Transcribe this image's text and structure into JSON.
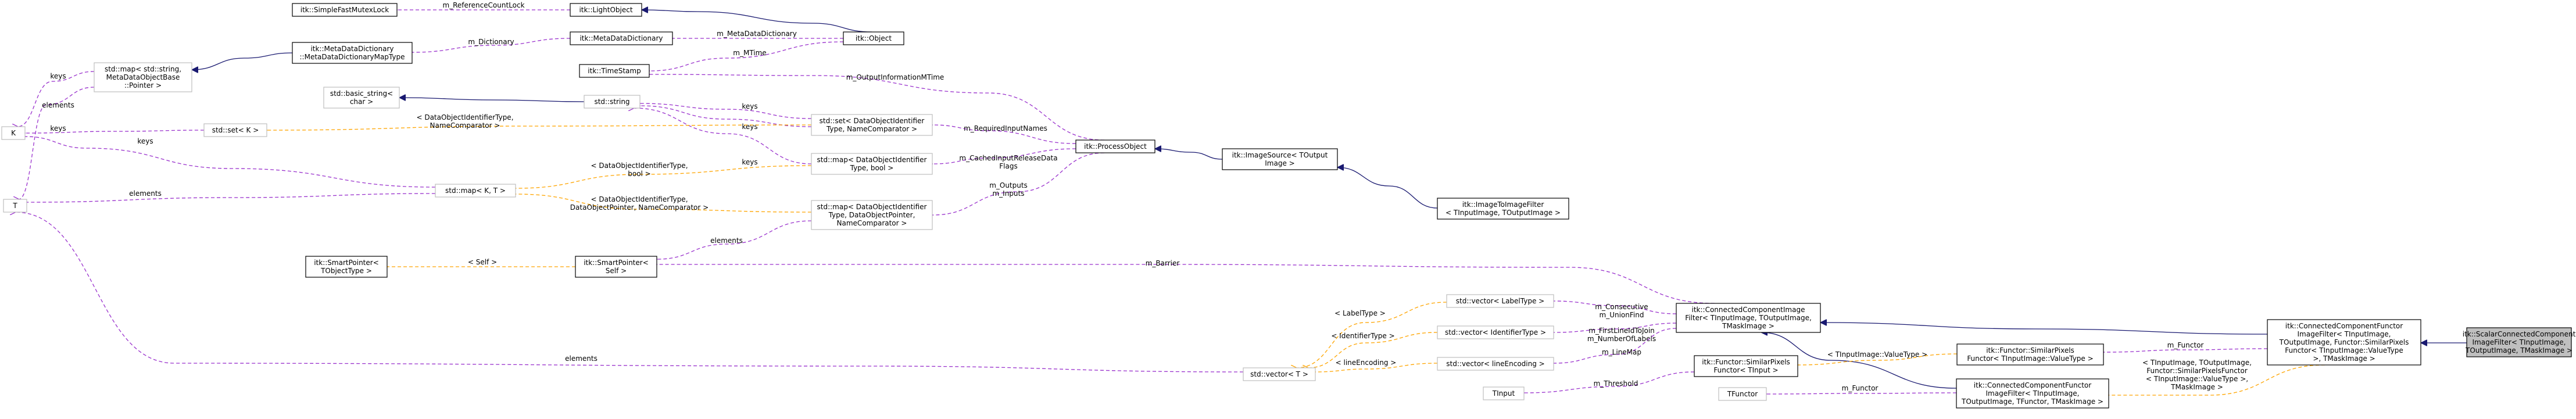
{
  "nodes": [
    {
      "id": "fastmutex",
      "lines": [
        "itk::SimpleFastMutexLock"
      ]
    },
    {
      "id": "lightobject",
      "lines": [
        "itk::LightObject"
      ]
    },
    {
      "id": "mddict",
      "lines": [
        "itk::MetaDataDictionary"
      ]
    },
    {
      "id": "object",
      "lines": [
        "itk::Object"
      ]
    },
    {
      "id": "mdmaptype",
      "lines": [
        "itk::MetaDataDictionary",
        "::MetaDataDictionaryMapType"
      ]
    },
    {
      "id": "stdmap_str",
      "lines": [
        "std::map< std::string,",
        "MetaDataObjectBase",
        "::Pointer >"
      ]
    },
    {
      "id": "timestamp",
      "lines": [
        "itk::TimeStamp"
      ]
    },
    {
      "id": "basicstring",
      "lines": [
        "std::basic_string<",
        "char >"
      ]
    },
    {
      "id": "stdstring",
      "lines": [
        "std::string"
      ]
    },
    {
      "id": "K",
      "lines": [
        "K"
      ]
    },
    {
      "id": "stdset_K",
      "lines": [
        "std::set< K >"
      ]
    },
    {
      "id": "stdset_did",
      "lines": [
        "std::set< DataObjectIdentifier",
        "Type, NameComparator >"
      ]
    },
    {
      "id": "processobject",
      "lines": [
        "itk::ProcessObject"
      ]
    },
    {
      "id": "imagesource",
      "lines": [
        "itk::ImageSource< TOutput",
        "Image >"
      ]
    },
    {
      "id": "stdmap_didbool",
      "lines": [
        "std::map< DataObjectIdentifier",
        "Type, bool >"
      ]
    },
    {
      "id": "T",
      "lines": [
        "T"
      ]
    },
    {
      "id": "stdmap_KT",
      "lines": [
        "std::map< K, T >"
      ]
    },
    {
      "id": "imagetoimage",
      "lines": [
        "itk::ImageToImageFilter",
        "< TInputImage, TOutputImage >"
      ]
    },
    {
      "id": "stdmap_didptr",
      "lines": [
        "std::map< DataObjectIdentifier",
        "Type, DataObjectPointer,",
        "NameComparator >"
      ]
    },
    {
      "id": "sp_tobj",
      "lines": [
        "itk::SmartPointer<",
        "TObjectType >"
      ]
    },
    {
      "id": "sp_self",
      "lines": [
        "itk::SmartPointer<",
        "Self >"
      ]
    },
    {
      "id": "vec_labeltype",
      "lines": [
        "std::vector< LabelType >"
      ]
    },
    {
      "id": "cci_filter",
      "lines": [
        "itk::ConnectedComponentImage",
        "Filter< TInputImage, TOutputImage,",
        "TMaskImage >"
      ]
    },
    {
      "id": "ccf_image",
      "lines": [
        "itk::ConnectedComponentFunctor",
        "ImageFilter< TInputImage,",
        "TOutputImage, Functor::SimilarPixels",
        "Functor< TInputImage::ValueType",
        ">, TMaskImage >"
      ]
    },
    {
      "id": "scalar_cc",
      "lines": [
        "itk::ScalarConnectedComponent",
        "ImageFilter< TInputImage,",
        "TOutputImage, TMaskImage >"
      ]
    },
    {
      "id": "vec_T",
      "lines": [
        "std::vector< T >"
      ]
    },
    {
      "id": "vec_idtype",
      "lines": [
        "std::vector< IdentifierType >"
      ]
    },
    {
      "id": "vec_lineenc",
      "lines": [
        "std::vector< lineEncoding >"
      ]
    },
    {
      "id": "simpix_vt",
      "lines": [
        "itk::Functor::SimilarPixels",
        "Functor< TInputImage::ValueType >"
      ]
    },
    {
      "id": "simpix_tin",
      "lines": [
        "itk::Functor::SimilarPixels",
        "Functor< TInput >"
      ]
    },
    {
      "id": "tinput",
      "lines": [
        "TInput"
      ]
    },
    {
      "id": "tfunctor",
      "lines": [
        "TFunctor"
      ]
    },
    {
      "id": "ccf_generic",
      "lines": [
        "itk::ConnectedComponentFunctor",
        "ImageFilter< TInputImage,",
        "TOutputImage, TFunctor, TMaskImage >"
      ]
    }
  ],
  "edges": [
    {
      "id": "e1",
      "kind": "member",
      "labels": [
        "m_ReferenceCountLock"
      ]
    },
    {
      "id": "e2",
      "kind": "inherit",
      "labels": []
    },
    {
      "id": "e3",
      "kind": "member",
      "labels": [
        "m_MetaDataDictionary"
      ]
    },
    {
      "id": "e4",
      "kind": "member",
      "labels": [
        "m_Dictionary"
      ]
    },
    {
      "id": "e5",
      "kind": "inherit",
      "labels": []
    },
    {
      "id": "e6",
      "kind": "member",
      "labels": [
        "m_MTime"
      ]
    },
    {
      "id": "e7",
      "kind": "member",
      "labels": [
        "m_OutputInformationMTime"
      ]
    },
    {
      "id": "e8",
      "kind": "inherit",
      "labels": []
    },
    {
      "id": "e9",
      "kind": "member",
      "labels": [
        "keys"
      ]
    },
    {
      "id": "e10",
      "kind": "member",
      "labels": [
        "elements"
      ]
    },
    {
      "id": "e11",
      "kind": "inherit",
      "labels": []
    },
    {
      "id": "e12",
      "kind": "member",
      "labels": [
        "keys"
      ]
    },
    {
      "id": "e13",
      "kind": "member",
      "labels": [
        "keys"
      ]
    },
    {
      "id": "e14",
      "kind": "member",
      "labels": [
        "keys"
      ]
    },
    {
      "id": "e15",
      "kind": "member",
      "labels": [
        "keys"
      ]
    },
    {
      "id": "e16",
      "kind": "template",
      "labels": [
        "< DataObjectIdentifierType,",
        "NameComparator >"
      ]
    },
    {
      "id": "e17",
      "kind": "member",
      "labels": [
        "m_RequiredInputNames"
      ]
    },
    {
      "id": "e18",
      "kind": "member",
      "labels": [
        "keys"
      ]
    },
    {
      "id": "e19",
      "kind": "member",
      "labels": [
        "elements"
      ]
    },
    {
      "id": "e20",
      "kind": "template",
      "labels": [
        "< DataObjectIdentifierType,",
        "bool >"
      ]
    },
    {
      "id": "e21",
      "kind": "template",
      "labels": [
        "< DataObjectIdentifierType,",
        "DataObjectPointer, NameComparator >"
      ]
    },
    {
      "id": "e22",
      "kind": "member",
      "labels": [
        "m_CachedInputReleaseData",
        "Flags"
      ]
    },
    {
      "id": "e23",
      "kind": "member",
      "labels": [
        "m_Outputs",
        "m_Inputs"
      ]
    },
    {
      "id": "e24",
      "kind": "inherit",
      "labels": []
    },
    {
      "id": "e25",
      "kind": "inherit",
      "labels": []
    },
    {
      "id": "e26",
      "kind": "member",
      "labels": [
        "elements"
      ]
    },
    {
      "id": "e27",
      "kind": "template",
      "labels": [
        "< Self >"
      ]
    },
    {
      "id": "e28",
      "kind": "member",
      "labels": [
        "m_Barrier"
      ]
    },
    {
      "id": "e29",
      "kind": "member",
      "labels": [
        "elements"
      ]
    },
    {
      "id": "e30",
      "kind": "template",
      "labels": [
        "< LabelType >"
      ]
    },
    {
      "id": "e31",
      "kind": "template",
      "labels": [
        "< IdentifierType >"
      ]
    },
    {
      "id": "e32",
      "kind": "template",
      "labels": [
        "< lineEncoding >"
      ]
    },
    {
      "id": "e33",
      "kind": "member",
      "labels": [
        "m_Consecutive",
        "m_UnionFind"
      ]
    },
    {
      "id": "e34",
      "kind": "member",
      "labels": [
        "m_FirstLineIdToJoin",
        "m_NumberOfLabels"
      ]
    },
    {
      "id": "e35",
      "kind": "member",
      "labels": [
        "m_LineMap"
      ]
    },
    {
      "id": "e36",
      "kind": "inherit",
      "labels": []
    },
    {
      "id": "e37",
      "kind": "inherit",
      "labels": []
    },
    {
      "id": "e38",
      "kind": "template",
      "labels": [
        "< TInputImage::ValueType >"
      ]
    },
    {
      "id": "e39",
      "kind": "member",
      "labels": [
        "m_Threshold"
      ]
    },
    {
      "id": "e40",
      "kind": "member",
      "labels": [
        "m_Functor"
      ]
    },
    {
      "id": "e41",
      "kind": "member",
      "labels": [
        "m_Functor"
      ]
    },
    {
      "id": "e42",
      "kind": "template",
      "labels": [
        "< TInputImage, TOutputImage,",
        "Functor::SimilarPixelsFunctor",
        "< TInputImage::ValueType >,",
        "TMaskImage >"
      ]
    },
    {
      "id": "e43",
      "kind": "inherit",
      "labels": []
    }
  ]
}
